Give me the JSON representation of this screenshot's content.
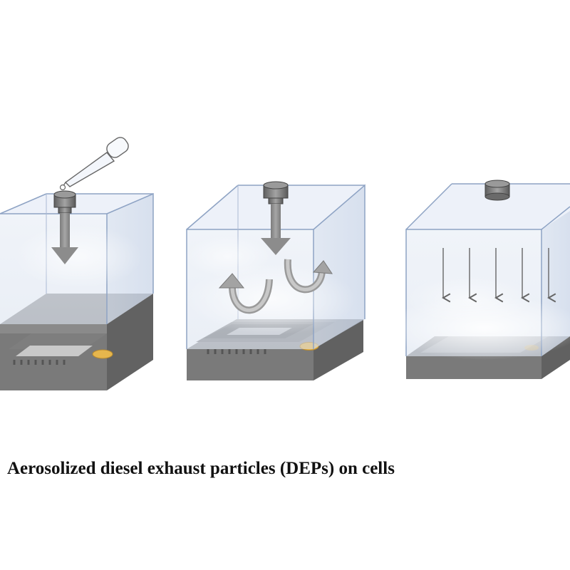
{
  "caption": "Aerosolized diesel exhaust particles (DEPs) on cells",
  "panels": [
    {
      "name": "panel-1",
      "state": "pipette-loading"
    },
    {
      "name": "panel-2",
      "state": "aerosol-mixing"
    },
    {
      "name": "panel-3",
      "state": "particle-deposition"
    }
  ],
  "colors": {
    "chamber_glass": "#dfe6f1",
    "chamber_edge": "#8ea3c4",
    "plate_top": "#9b9b9b",
    "plate_side": "#6f6f6f",
    "well_accent": "#e6b64d",
    "arrow": "#8f8f8f",
    "nozzle": "#7a7a7a"
  }
}
